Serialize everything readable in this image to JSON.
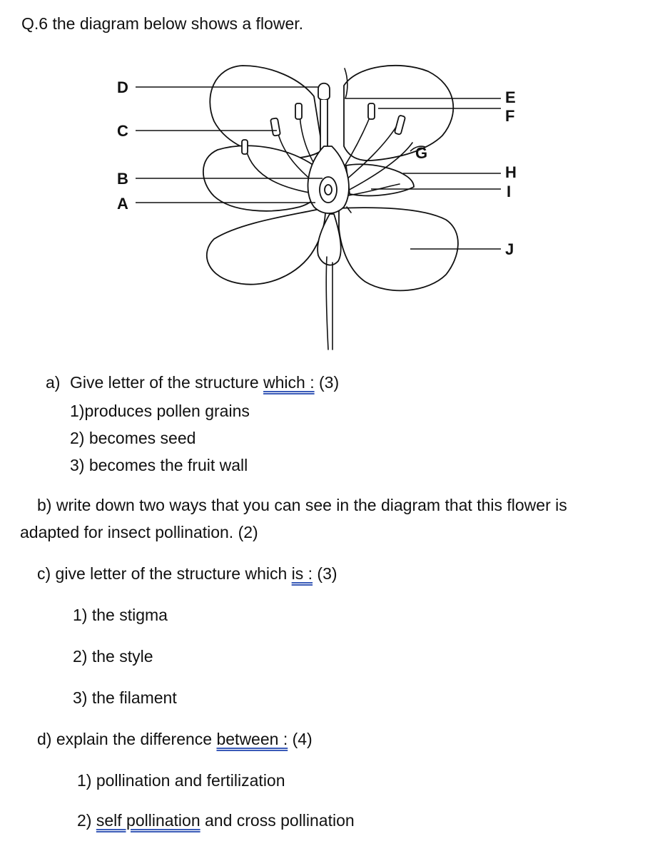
{
  "question": {
    "title": "Q.6 the diagram below shows a flower."
  },
  "diagram": {
    "labels": {
      "A": "A",
      "B": "B",
      "C": "C",
      "D": "D",
      "E": "E",
      "F": "F",
      "G": "G",
      "H": "H",
      "I": "I",
      "J": "J"
    }
  },
  "part_a": {
    "prefix": "a)",
    "text_pre": "Give letter of the structure ",
    "text_underlined": "which :",
    "text_post": " (3)",
    "items": [
      "1)produces pollen grains",
      "2) becomes seed",
      "3) becomes the fruit wall"
    ]
  },
  "part_b": {
    "line1": "b)  write down two ways that you can see in the diagram that this flower is",
    "line2": "adapted for insect pollination. (2)"
  },
  "part_c": {
    "text_pre": "c) give letter of the structure which ",
    "text_underlined": "is :",
    "text_post": " (3)",
    "items": [
      "1) the stigma",
      "2) the style",
      "3) the filament"
    ]
  },
  "part_d": {
    "text_pre": "d) explain the difference ",
    "text_underlined": "between :",
    "text_post": " (4)",
    "item1": "1) pollination and fertilization",
    "item2_prefix": "2) ",
    "item2_underlined": "self pollination",
    "item2_suffix": " and cross pollination"
  }
}
